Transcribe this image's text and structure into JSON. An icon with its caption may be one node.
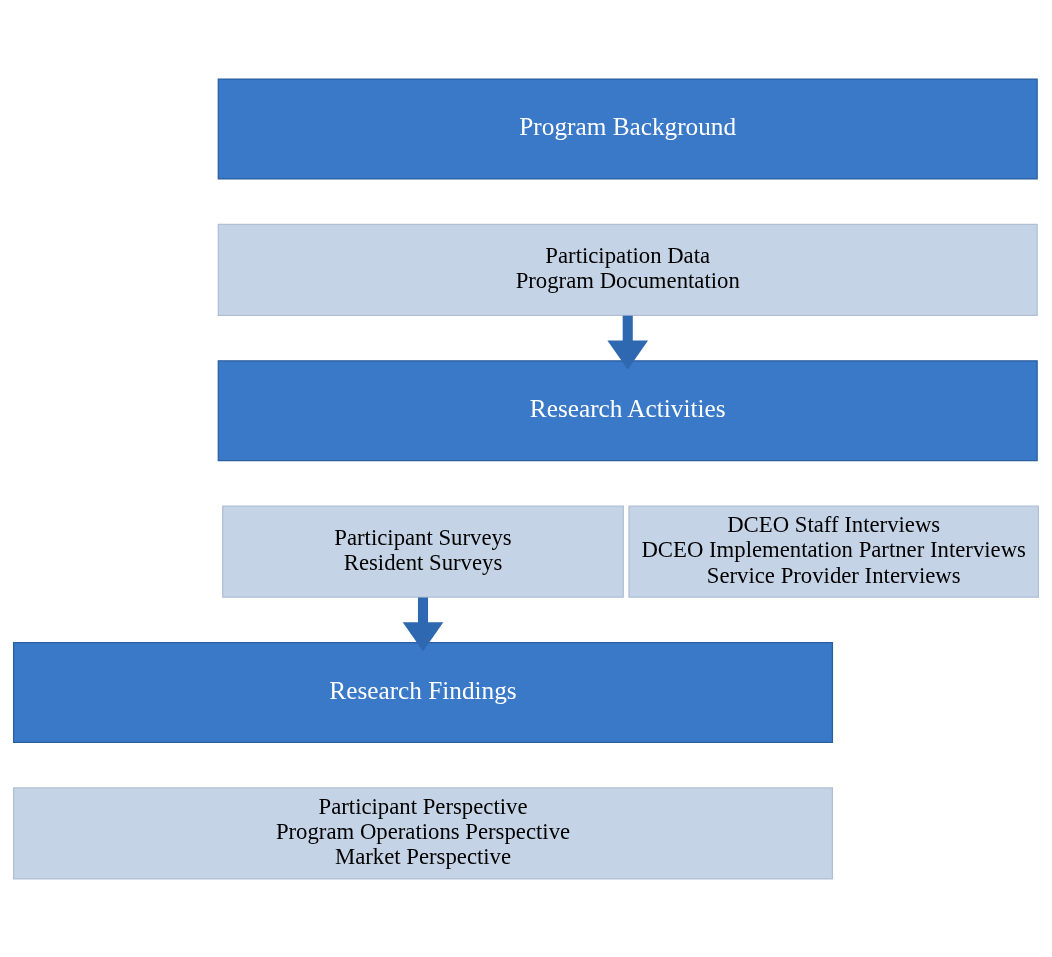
{
  "diagram": {
    "nodes": [
      {
        "text": [
          "Program Background"
        ]
      },
      {
        "text": [
          "Participation Data",
          "Program Documentation"
        ]
      },
      {
        "text": [
          "Research Activities"
        ]
      },
      {
        "text": [
          "Participant Surveys",
          "Resident Surveys"
        ]
      },
      {
        "text": [
          "DCEO Staff Interviews",
          "DCEO Implementation Partner Interviews",
          "Service Provider Interviews"
        ]
      },
      {
        "text": [
          "Research Findings"
        ]
      },
      {
        "text": [
          "Participant Perspective",
          "Program Operations Perspective",
          "Market Perspective"
        ]
      }
    ],
    "edges": [
      {
        "from": 1,
        "to": 2,
        "arrow": "to"
      },
      {
        "from": 3,
        "to": 5,
        "arrow": "to"
      }
    ]
  }
}
